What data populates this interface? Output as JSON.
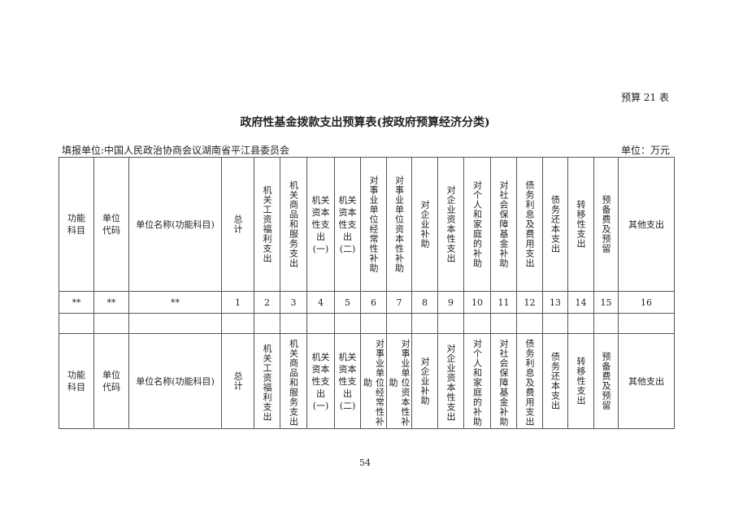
{
  "form_no": "预算 21 表",
  "title": "政府性基金拨款支出预算表(按政府预算经济分类)",
  "filling_unit": "填报单位:中国人民政治协商会议湖南省平江县委员会",
  "unit": "单位：万元",
  "columns": [
    {
      "label": "功能科目",
      "style": "wrap2",
      "num": "**"
    },
    {
      "label": "单位代码",
      "style": "wrap2",
      "num": "**"
    },
    {
      "label": "单位名称(功能科目)",
      "style": "h",
      "num": "**"
    },
    {
      "label": "总计",
      "style": "v",
      "num": "1"
    },
    {
      "label": "机关工资福利支出",
      "style": "v",
      "num": "2"
    },
    {
      "label": "机关商品和服务支出",
      "style": "v",
      "num": "3"
    },
    {
      "label": "机关资本性支出(一)",
      "style": "w2",
      "num": "4"
    },
    {
      "label": "机关资本性支出(二)",
      "style": "w2",
      "num": "5"
    },
    {
      "label": "对事业单位经常性补助",
      "style": "v",
      "num": "6"
    },
    {
      "label": "对事业单位资本性补助",
      "style": "v",
      "num": "7"
    },
    {
      "label": "对企业补助",
      "style": "v",
      "num": "8"
    },
    {
      "label": "对企业资本性支出",
      "style": "v",
      "num": "9"
    },
    {
      "label": "对个人和家庭的补助",
      "style": "v",
      "num": "10"
    },
    {
      "label": "对社会保障基金补助",
      "style": "v",
      "num": "11"
    },
    {
      "label": "债务利息及费用支出",
      "style": "v",
      "num": "12"
    },
    {
      "label": "债务还本支出",
      "style": "v",
      "num": "13"
    },
    {
      "label": "转移性支出",
      "style": "v",
      "num": "14"
    },
    {
      "label": "预备费及预留",
      "style": "v",
      "num": "15"
    },
    {
      "label": "其他支出",
      "style": "h",
      "num": "16"
    }
  ],
  "page_number": "54"
}
